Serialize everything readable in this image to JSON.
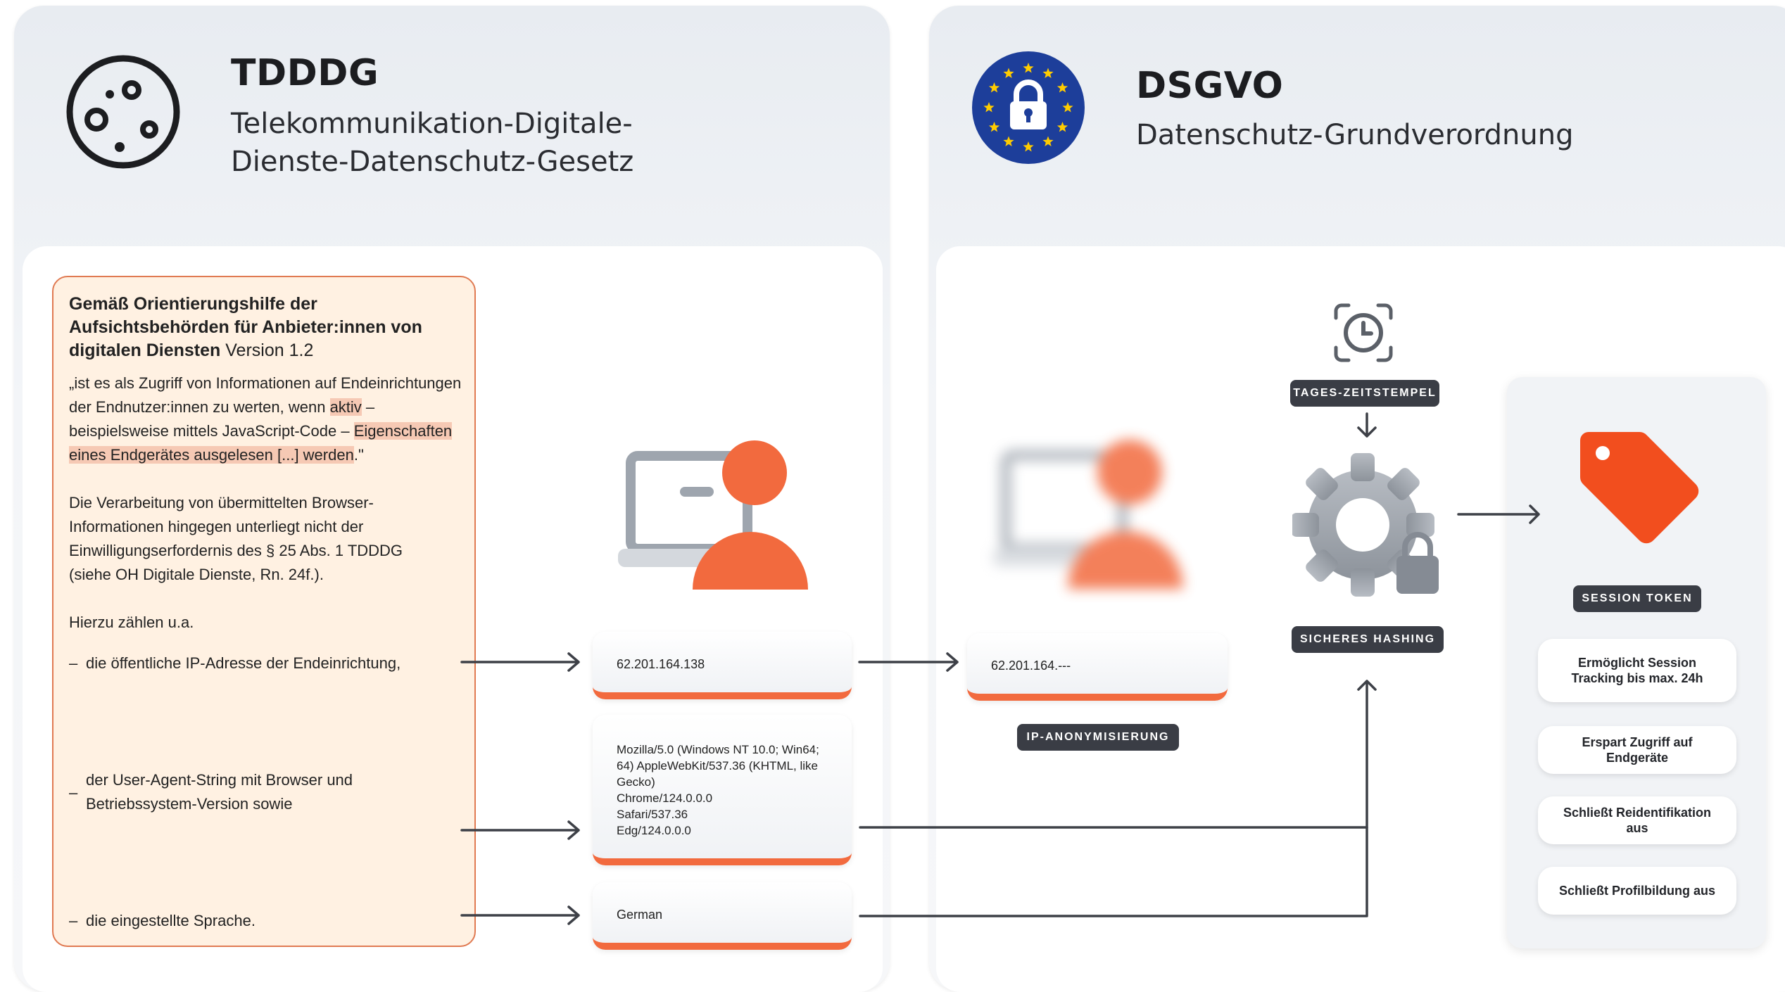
{
  "left_panel": {
    "title": "TDDDG",
    "subtitle_line1": "Telekommunikation-Digitale-",
    "subtitle_line2": "Dienste-Datenschutz-Gesetz",
    "icon": "cookie-icon"
  },
  "right_panel": {
    "title": "DSGVO",
    "subtitle": "Datenschutz-Grundverordnung",
    "icon": "eu-lock-icon"
  },
  "note": {
    "heading_prefix": "Gemäß ",
    "heading_bold": "Orientierungshilfe der Aufsichtsbehörden für Anbieter:innen von digitalen Diensten",
    "heading_suffix": " Version 1.2",
    "quote_1": "„ist es als Zugriff von Informationen auf Endeinrichtungen der Endnutzer:innen zu werten, wenn ",
    "quote_hl_1": "aktiv",
    "quote_2": " – beispielsweise mittels JavaScript-Code – ",
    "quote_hl_2": "Eigenschaften eines Endgerätes ausgelesen [...] werden",
    "quote_3": ".\"",
    "paragraph": "Die Verarbeitung von übermittelten Browser-Informationen hingegen unterliegt nicht der Einwilligungserfordernis des § 25 Abs. 1 TDDDG (siehe OH Digitale Dienste, Rn. 24f.).",
    "list_intro": "Hierzu zählen u.a.",
    "items": [
      "die öffentliche IP-Adresse der Endeinrichtung,",
      "der User-Agent-String mit Browser und Betriebssystem-Version sowie",
      "die eingestellte Sprache."
    ],
    "dash": "–"
  },
  "data_boxes": {
    "ip": "62.201.164.138",
    "user_agent_lines": [
      "Mozilla/5.0 (Windows NT 10.0; Win64;",
      "64) AppleWebKit/537.36 (KHTML, like",
      "Gecko)",
      "Chrome/124.0.0.0",
      "Safari/537.36",
      "Edg/124.0.0.0"
    ],
    "language": "German",
    "ip_anonymized": "62.201.164.---"
  },
  "tags": {
    "anonymization": "IP-ANONYMISIERUNG",
    "timestamp": "TAGES-ZEITSTEMPEL",
    "hashing": "SICHERES HASHING",
    "session_token": "SESSION TOKEN"
  },
  "benefits": [
    "Ermöglicht Session Tracking bis max. 24h",
    "Erspart Zugriff auf Endgeräte",
    "Schließt Reidentifikation aus",
    "Schließt Profilbildung aus"
  ],
  "colors": {
    "accent": "#f26a3e",
    "dark_tag": "#3a3d45",
    "note_bg": "#fff1e2",
    "note_border": "#e07a52",
    "eu_blue": "#1d3e9a",
    "eu_star": "#ffcc00"
  }
}
